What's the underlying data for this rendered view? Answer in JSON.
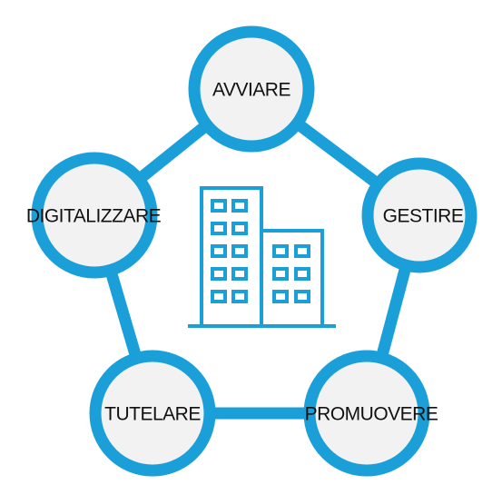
{
  "diagram": {
    "center_icon": "office-buildings-icon",
    "colors": {
      "accent": "#1a9fd9",
      "node_fill": "#f2f2f2",
      "background": "#ffffff",
      "text": "#111111"
    },
    "nodes": [
      {
        "id": "avviare",
        "label": "AVVIARE"
      },
      {
        "id": "gestire",
        "label": "GESTIRE"
      },
      {
        "id": "promuovere",
        "label": "PROMUOVERE"
      },
      {
        "id": "tutelare",
        "label": "TUTELARE"
      },
      {
        "id": "digitalizzare",
        "label": "DIGITALIZZARE"
      }
    ]
  }
}
